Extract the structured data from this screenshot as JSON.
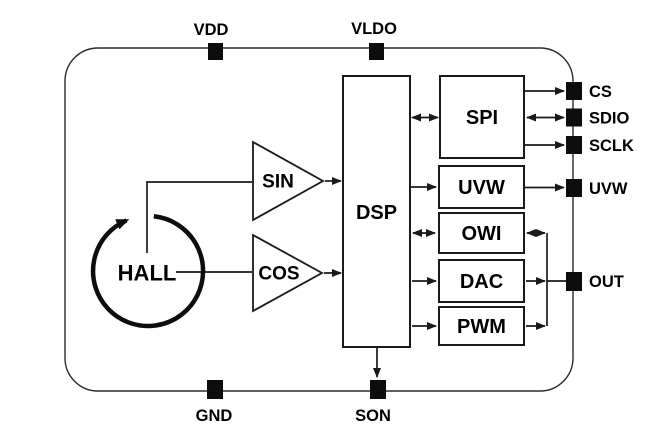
{
  "colors": {
    "background": "#ffffff",
    "line": "#1a1a1a",
    "pin_fill": "#0d0d0d",
    "text": "#000000"
  },
  "pins": {
    "vdd": "VDD",
    "vldo": "VLDO",
    "cs": "CS",
    "sdio": "SDIO",
    "sclk": "SCLK",
    "uvw": "UVW",
    "out": "OUT",
    "gnd": "GND",
    "son": "SON"
  },
  "blocks": {
    "dsp": "DSP",
    "spi": "SPI",
    "uvw": "UVW",
    "owi": "OWI",
    "dac": "DAC",
    "pwm": "PWM"
  },
  "analog": {
    "hall": "HALL",
    "sin": "SIN",
    "cos": "COS"
  }
}
